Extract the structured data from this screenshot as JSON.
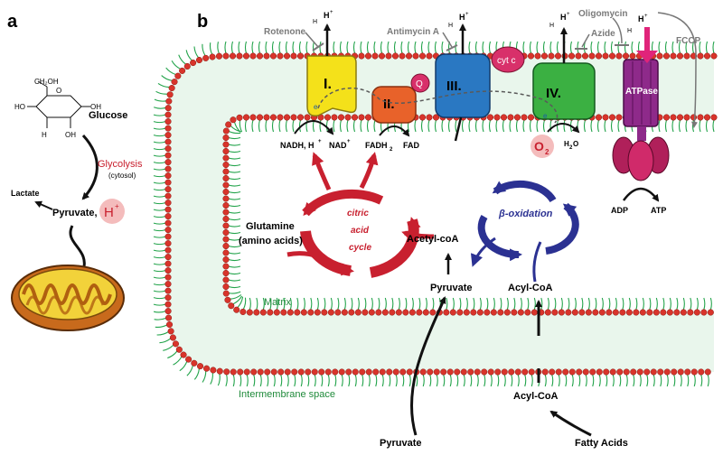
{
  "panel_a": {
    "letter": "a",
    "glucose_label": "Glucose",
    "glycolysis_label": "Glycolysis",
    "cytosol_label": "(cytosol)",
    "lactate_label": "Lactate",
    "pyruvate_label": "Pyruvate,",
    "proton_label": "H",
    "proton_sup": "+",
    "glucose_structure": {
      "ch2oh": "CH₂OH",
      "h": "H",
      "oh": "OH",
      "o": "O",
      "ho": "HO"
    }
  },
  "panel_b": {
    "letter": "b",
    "inhibitors": {
      "rotenone": "Rotenone",
      "antimycin": "Antimycin A",
      "oligomycin": "Oligomycin",
      "azide": "Azide",
      "fccp": "FCCP"
    },
    "complexes": {
      "c1": "I.",
      "c2": "II.",
      "c3": "III.",
      "c4": "IV.",
      "atpase": "ATPase",
      "q": "Q",
      "cytc": "cyt c",
      "electron": "e"
    },
    "proton": {
      "h": "H",
      "sup": "+"
    },
    "reactions": {
      "nadh": "NADH, H",
      "nadh_sup": "+",
      "nad": "NAD",
      "nad_sup": "+",
      "fadh": "FADH",
      "fadh_sub": "2",
      "fad": "FAD",
      "o2": "O",
      "o2_sub": "2",
      "h2o_h": "H",
      "h2o_sub": "2",
      "h2o_o": "O",
      "adp": "ADP",
      "atp": "ATP"
    },
    "cycle": {
      "citric1": "citric",
      "citric2": "acid",
      "citric3": "cycle",
      "beta": "β-oxidation"
    },
    "metabolites": {
      "glutamine": "Glutamine",
      "amino": "(amino acids)",
      "acetyl": "Acetyl-coA",
      "pyruvate_in": "Pyruvate",
      "acyl_in": "Acyl-CoA",
      "acyl_out": "Acyl-CoA",
      "pyruvate_out": "Pyruvate",
      "fatty": "Fatty Acids"
    },
    "regions": {
      "matrix": "Matrix",
      "ims": "Intermembrane space"
    }
  },
  "colors": {
    "membrane_head": "#d8342b",
    "membrane_tail": "#22a34a",
    "complex1": "#f4e11a",
    "complex2": "#e8622a",
    "complex3": "#2a78c2",
    "complex4": "#3bb042",
    "atpase": "#8e2a8a",
    "cycle_red": "#c8202f",
    "beta_blue": "#2b3192",
    "mito_outer": "#c86a1c",
    "mito_inner": "#f2d23a"
  }
}
